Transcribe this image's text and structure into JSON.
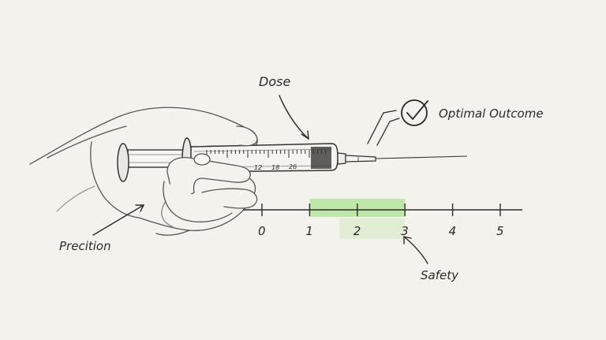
{
  "labels": {
    "dose": "Dose",
    "outcome": "Optimal Outcome",
    "precision": "Precition",
    "safety": "Safety"
  },
  "syringe": {
    "barrel_marks": [
      "12",
      "18",
      "26"
    ]
  },
  "scale": {
    "ticks": [
      "0",
      "1",
      "2",
      "3",
      "4",
      "5"
    ],
    "safe_range": [
      1,
      3
    ],
    "highlight_color": "#bfe8a8"
  },
  "colors": {
    "ink": "#2a2a2a",
    "paper": "#f4f2ec"
  },
  "icons": {
    "outcome": "check-circle-icon"
  }
}
